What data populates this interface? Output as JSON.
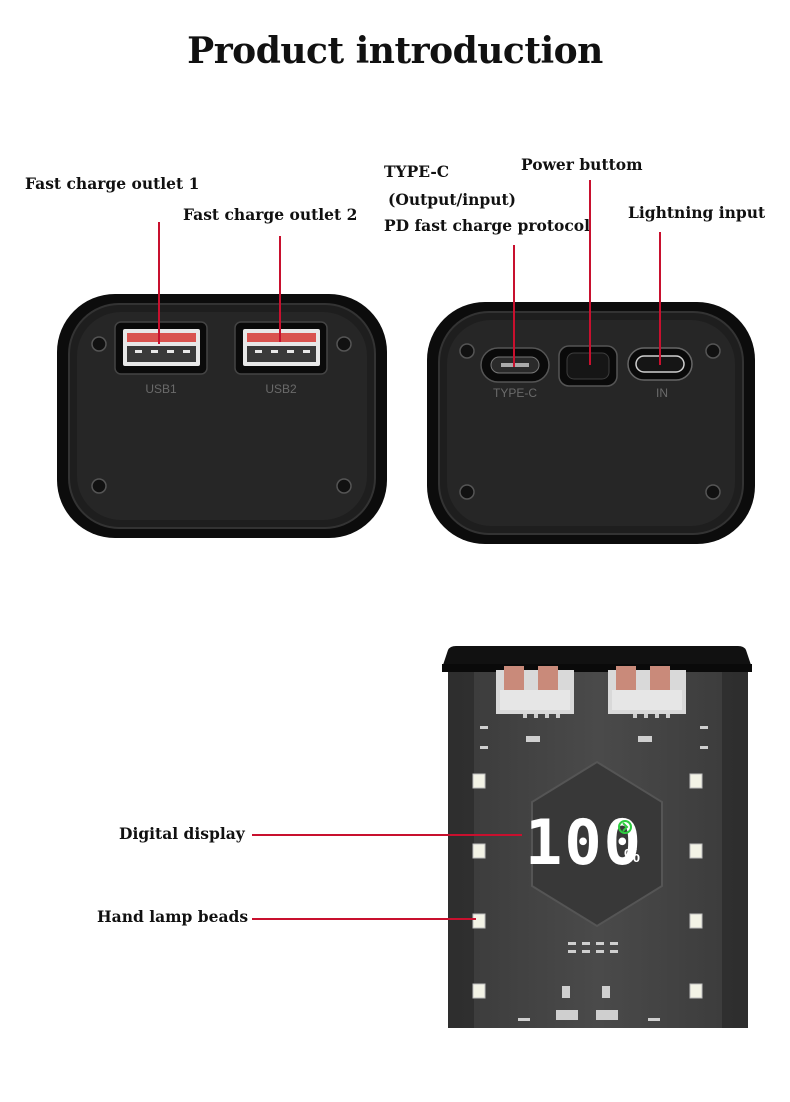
{
  "page": {
    "title": "Product introduction"
  },
  "labels": {
    "fast_charge_outlet_1": "Fast charge outlet 1",
    "fast_charge_outlet_2": "Fast charge outlet 2",
    "type_c_line1": "TYPE-C",
    "type_c_line2": "(Output/input)",
    "type_c_line3": "PD fast charge protocol",
    "power_button": "Power buttom",
    "lightning_input": "Lightning input",
    "digital_display": "Digital display",
    "hand_lamp_beads": "Hand lamp beads"
  },
  "ports": {
    "usb1": "USB1",
    "usb2": "USB2",
    "type_c": "TYPE-C",
    "in": "IN"
  },
  "display": {
    "battery_reading": "100",
    "percent_sign": "%"
  },
  "colors": {
    "leader_line": "#c8102e",
    "display_digits": "#ffffff",
    "charge_indicator": "#2ecc40",
    "usb_port_accent": "#d9534f"
  }
}
